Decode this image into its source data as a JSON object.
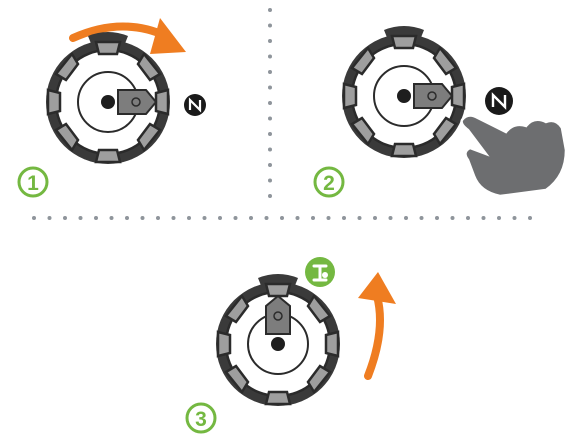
{
  "colors": {
    "accent_orange": "#ef7d21",
    "step_green": "#74b841",
    "knob_dark": "#3a3a3a",
    "knob_mid": "#6e6e6e",
    "knob_light": "#a9a9a9",
    "dot_gray": "#8f959b",
    "hand_gray": "#6d6e70"
  },
  "icons": {
    "nfc": "nfc-n-icon",
    "lock_mark": "lock-mark-icon",
    "unlock": "key-unlock-icon",
    "hand": "pointing-hand-icon",
    "arrow": "curved-arrow-icon"
  },
  "steps": [
    {
      "number": "1"
    },
    {
      "number": "2"
    },
    {
      "number": "3"
    }
  ]
}
